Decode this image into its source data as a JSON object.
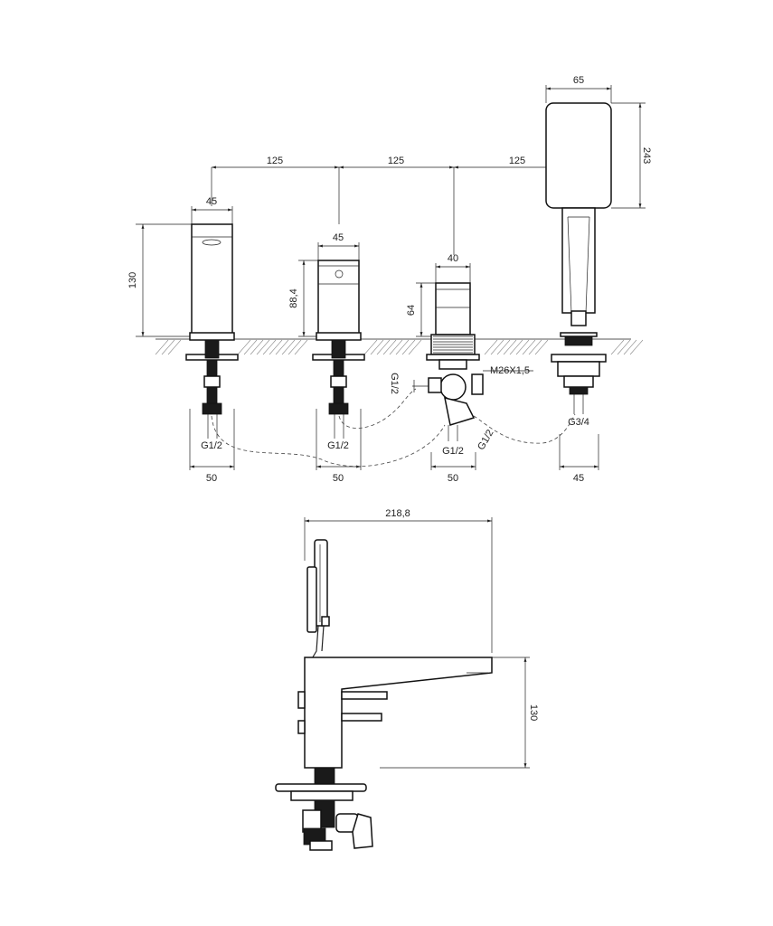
{
  "top_view": {
    "spacing": [
      "125",
      "125",
      "125"
    ],
    "mixer": {
      "width": "45",
      "height": "130",
      "hose": "G1/2",
      "base": "50"
    },
    "valve": {
      "width": "45",
      "height": "88,4",
      "hose": "G1/2",
      "base": "50"
    },
    "diverter": {
      "width": "40",
      "height": "64",
      "thread": "M26X1,5",
      "side_port": "G1/2",
      "bottom_port": "G1/2",
      "angled_port": "G1/2",
      "base": "50"
    },
    "hand_shower": {
      "width": "65",
      "height": "243",
      "port": "G3/4",
      "base": "45"
    }
  },
  "side_view": {
    "depth": "218,8",
    "height": "130"
  }
}
